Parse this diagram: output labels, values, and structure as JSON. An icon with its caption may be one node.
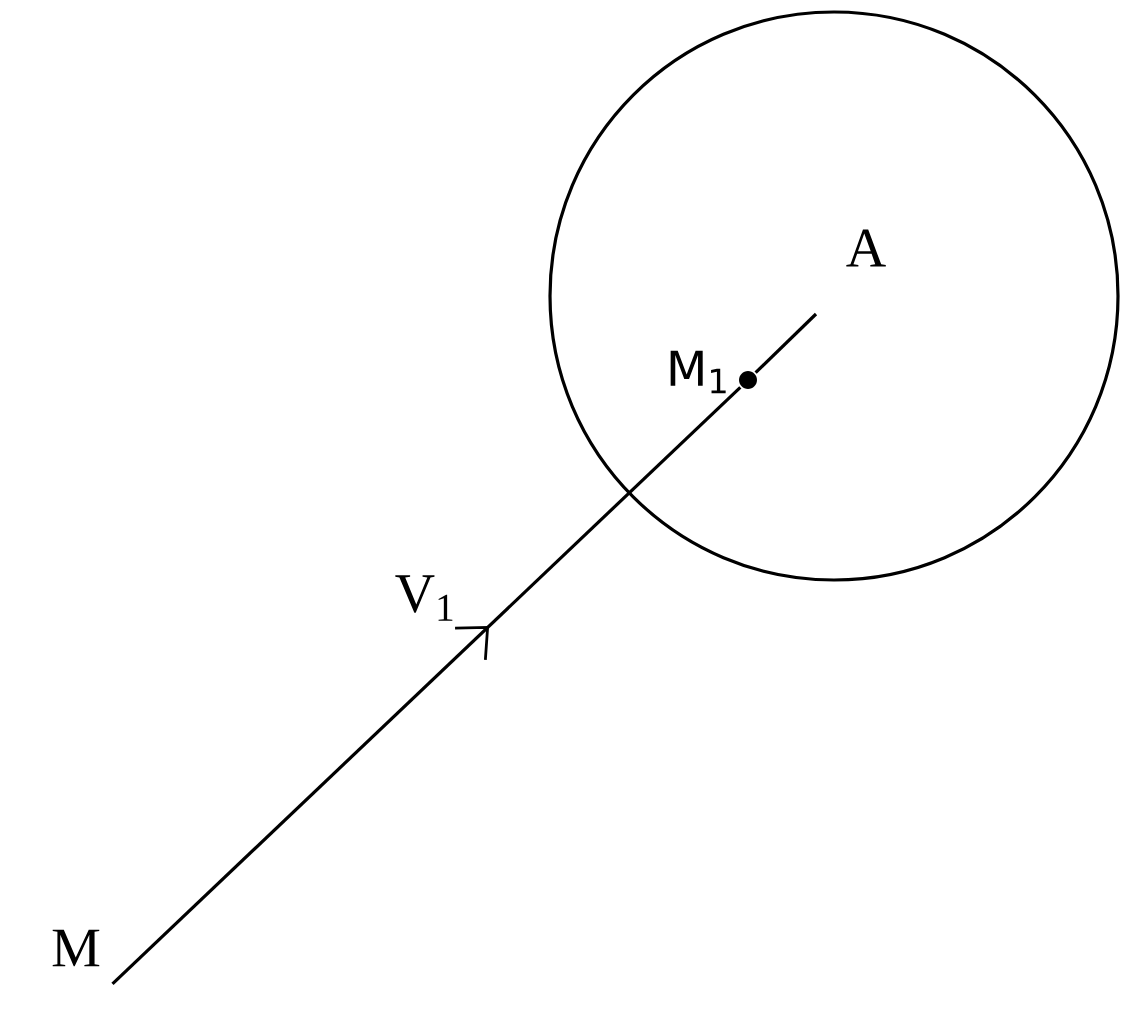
{
  "diagram": {
    "nodes": [
      {
        "text": [
          "A"
        ]
      },
      {
        "text": [
          "M"
        ]
      },
      {
        "text": [],
        "shape": "circle",
        "beside": [
          "M$_{1}$"
        ],
        "in": 0
      }
    ],
    "edges": [
      {
        "from": 1,
        "to": 2,
        "arrow": "to",
        "label": "V$_{1}$"
      },
      {
        "from": 2,
        "to": null,
        "arrow": "none"
      }
    ]
  }
}
